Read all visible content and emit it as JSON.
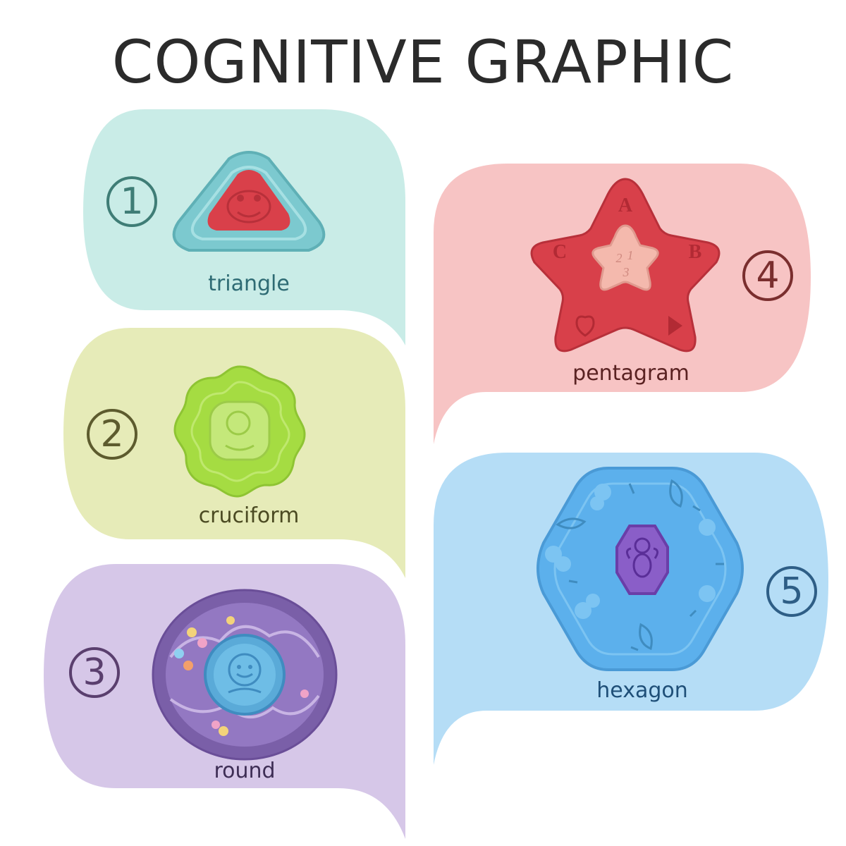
{
  "title": "COGNITIVE GRAPHIC",
  "colors": {
    "bubble1": "#c9ece7",
    "bubble2": "#e6ebb8",
    "bubble3": "#d6c7e8",
    "bubble4": "#f7c4c4",
    "bubble5": "#b5ddf6",
    "number1": "#3f7d76",
    "number2": "#5d5b2e",
    "number3": "#5a3f6e",
    "number4": "#7a2e2e",
    "number5": "#2e5e86",
    "label1": "#2e6b74",
    "label2": "#4b4a22",
    "label3": "#3e2e55",
    "label4": "#5a2222",
    "label5": "#1f4f78"
  },
  "shapes": [
    {
      "number": "1",
      "label": "triangle"
    },
    {
      "number": "2",
      "label": "cruciform"
    },
    {
      "number": "3",
      "label": "round"
    },
    {
      "number": "4",
      "label": "pentagram",
      "letters": [
        "A",
        "B",
        "C"
      ],
      "inner_digits": [
        "1",
        "2",
        "3"
      ]
    },
    {
      "number": "5",
      "label": "hexagon"
    }
  ]
}
